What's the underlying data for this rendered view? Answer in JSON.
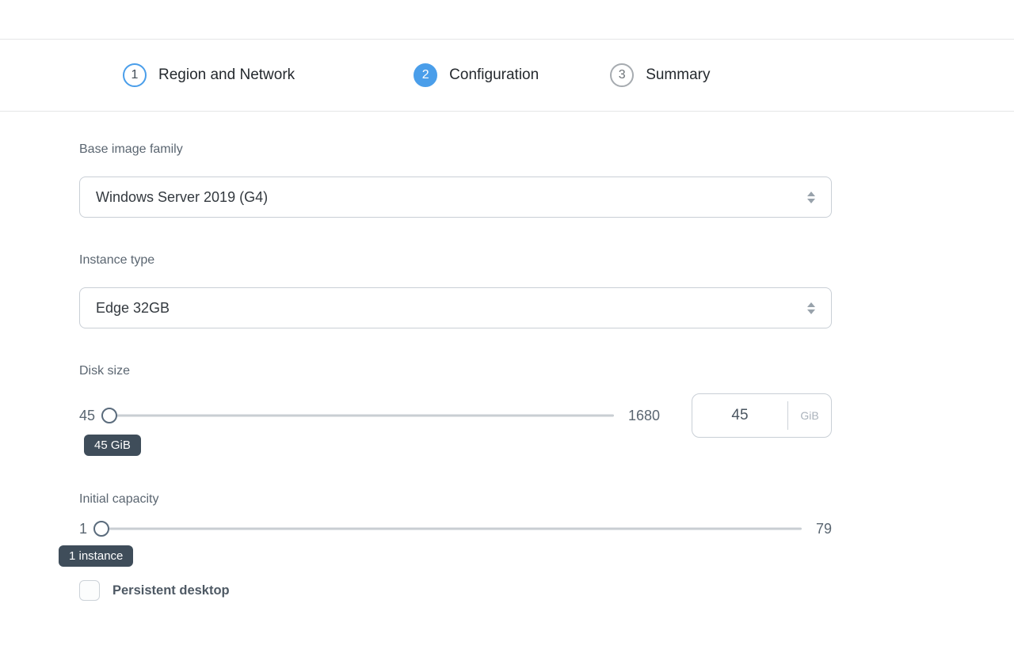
{
  "stepper": {
    "steps": [
      {
        "number": "1",
        "label": "Region and Network",
        "state": "visited"
      },
      {
        "number": "2",
        "label": "Configuration",
        "state": "active"
      },
      {
        "number": "3",
        "label": "Summary",
        "state": "upcoming"
      }
    ]
  },
  "form": {
    "base_image": {
      "label": "Base image family",
      "value": "Windows Server 2019 (G4)"
    },
    "instance_type": {
      "label": "Instance type",
      "value": "Edge 32GB"
    },
    "disk_size": {
      "label": "Disk size",
      "min": "45",
      "max": "1680",
      "value": "45",
      "unit": "GiB",
      "badge": "45 GiB"
    },
    "initial_capacity": {
      "label": "Initial capacity",
      "min": "1",
      "max": "79",
      "value": "1",
      "badge": "1 instance"
    },
    "persistent_desktop": {
      "label": "Persistent desktop",
      "checked": false
    }
  },
  "colors": {
    "accent_blue": "#4a9eea",
    "badge_background": "#3f4d5a",
    "inactive_step_gray": "#a6abb0"
  }
}
